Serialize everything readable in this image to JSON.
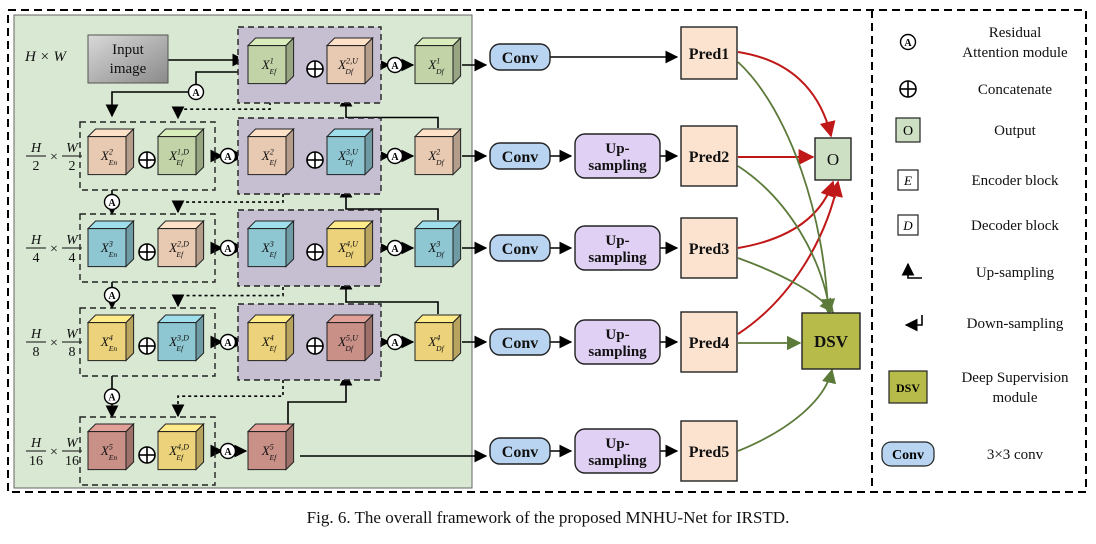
{
  "caption": "Fig. 6.    The overall framework of the proposed MNHU-Net for IRSTD.",
  "input_label": [
    "Input",
    "image"
  ],
  "scale_labels": [
    {
      "num": "H",
      "den": "",
      "wnum": "W",
      "wden": "",
      "plain": "H × W"
    },
    {
      "num": "H",
      "den": "2",
      "wnum": "W",
      "wden": "2"
    },
    {
      "num": "H",
      "den": "4",
      "wnum": "W",
      "wden": "4"
    },
    {
      "num": "H",
      "den": "8",
      "wnum": "W",
      "wden": "8"
    },
    {
      "num": "H",
      "den": "16",
      "wnum": "W",
      "wden": "16"
    }
  ],
  "encoder_blocks": [
    {
      "main": "X",
      "sup": "2",
      "sub": "En",
      "color": "#e8c9b2"
    },
    {
      "main": "X",
      "sup": "3",
      "sub": "En",
      "color": "#8ec7d2"
    },
    {
      "main": "X",
      "sup": "4",
      "sub": "En",
      "color": "#ecd27a"
    },
    {
      "main": "X",
      "sup": "5",
      "sub": "En",
      "color": "#c99088"
    }
  ],
  "decoder_side_blocks": [
    {
      "main": "X",
      "sup": "1,D",
      "sub": "Ef",
      "color": "#c2d3a8"
    },
    {
      "main": "X",
      "sup": "2,D",
      "sub": "Ef",
      "color": "#e8c9b2"
    },
    {
      "main": "X",
      "sup": "3,D",
      "sub": "Ef",
      "color": "#8ec7d2"
    },
    {
      "main": "X",
      "sup": "4,D",
      "sub": "Ef",
      "color": "#ecd27a"
    }
  ],
  "fusion_left": [
    {
      "main": "X",
      "sup": "1",
      "sub": "Ef",
      "color": "#c2d3a8"
    },
    {
      "main": "X",
      "sup": "2",
      "sub": "Ef",
      "color": "#e8c9b2"
    },
    {
      "main": "X",
      "sup": "3",
      "sub": "Ef",
      "color": "#8ec7d2"
    },
    {
      "main": "X",
      "sup": "4",
      "sub": "Ef",
      "color": "#ecd27a"
    },
    {
      "main": "X",
      "sup": "5",
      "sub": "Ef",
      "color": "#c99088"
    }
  ],
  "fusion_right": [
    {
      "main": "X",
      "sup": "2,U",
      "sub": "Df",
      "color": "#e8c9b2"
    },
    {
      "main": "X",
      "sup": "3,U",
      "sub": "Df",
      "color": "#8ec7d2"
    },
    {
      "main": "X",
      "sup": "4,U",
      "sub": "Df",
      "color": "#ecd27a"
    },
    {
      "main": "X",
      "sup": "5,U",
      "sub": "Df",
      "color": "#c99088"
    }
  ],
  "decoder_out": [
    {
      "main": "X",
      "sup": "1",
      "sub": "Df",
      "color": "#c2d3a8"
    },
    {
      "main": "X",
      "sup": "2",
      "sub": "Df",
      "color": "#e8c9b2"
    },
    {
      "main": "X",
      "sup": "3",
      "sub": "Df",
      "color": "#8ec7d2"
    },
    {
      "main": "X",
      "sup": "4",
      "sub": "Df",
      "color": "#ecd27a"
    }
  ],
  "conv_label": "Conv",
  "upsampling_label": [
    "Up-",
    "sampling"
  ],
  "preds": [
    "Pred1",
    "Pred2",
    "Pred3",
    "Pred4",
    "Pred5"
  ],
  "output_label": "O",
  "dsv_label": "DSV",
  "attention_symbol": "A",
  "concat_symbol": "⊕",
  "legend": [
    {
      "icon": "attention",
      "text": [
        "Residual",
        "Attention module"
      ]
    },
    {
      "icon": "concat",
      "text": [
        "Concatenate"
      ]
    },
    {
      "icon": "output",
      "symbol": "O",
      "text": [
        "Output"
      ]
    },
    {
      "icon": "encoder",
      "symbol": "E",
      "text": [
        "Encoder block"
      ]
    },
    {
      "icon": "decoder",
      "symbol": "D",
      "text": [
        "Decoder block"
      ]
    },
    {
      "icon": "upsampling",
      "text": [
        "Up-sampling"
      ]
    },
    {
      "icon": "downsampling",
      "text": [
        "Down-sampling"
      ]
    },
    {
      "icon": "dsv",
      "symbol": "DSV",
      "text": [
        "Deep Supervision",
        "module"
      ]
    },
    {
      "icon": "conv",
      "symbol": "Conv",
      "text": [
        "3×3 conv"
      ]
    }
  ],
  "colors": {
    "green_panel": "#d8e8d2",
    "purple_panel": "#c6bfd2",
    "conv": "#b8d4f0",
    "upsampling": "#e0d0f4",
    "pred": "#fbe3d0",
    "output": "#cde0c4",
    "dsv": "#b7bb4a",
    "red_arrow": "#c01818",
    "green_arrow": "#5c7a3a"
  }
}
